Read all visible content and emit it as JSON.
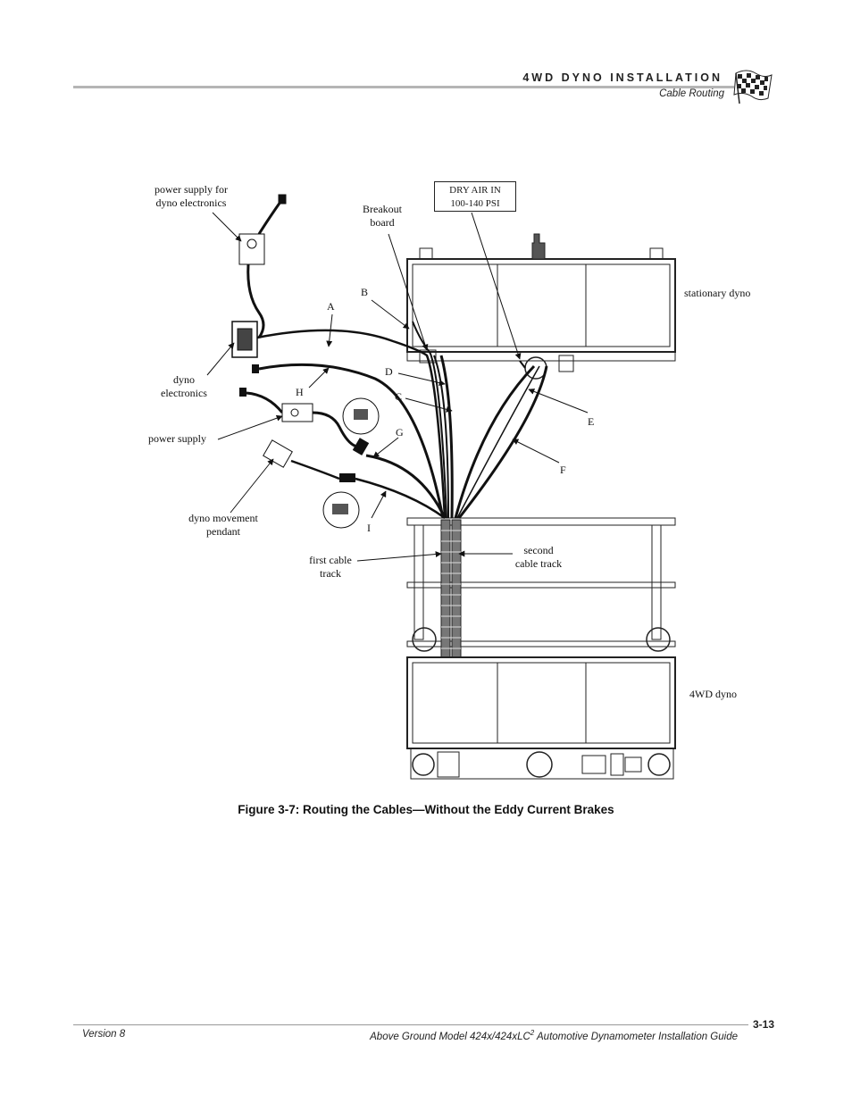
{
  "header": {
    "title": "4WD DYNO INSTALLATION",
    "subtitle": "Cable Routing"
  },
  "figure": {
    "labels": {
      "power_supply_electronics_1": "power supply for",
      "power_supply_electronics_2": "dyno electronics",
      "breakout_1": "Breakout",
      "breakout_2": "board",
      "dry_air_1": "DRY AIR IN",
      "dry_air_2": "100-140 PSI",
      "stationary_dyno": "stationary dyno",
      "dyno_electronics_1": "dyno",
      "dyno_electronics_2": "electronics",
      "power_supply": "power supply",
      "pendant_1": "dyno movement",
      "pendant_2": "pendant",
      "first_track_1": "first cable",
      "first_track_2": "track",
      "second_track_1": "second",
      "second_track_2": "cable track",
      "wd_dyno": "4WD dyno",
      "A": "A",
      "B": "B",
      "C": "C",
      "D": "D",
      "E": "E",
      "F": "F",
      "G": "G",
      "H": "H",
      "I": "I"
    }
  },
  "caption": "Figure 3-7: Routing the Cables—Without the Eddy Current Brakes",
  "footer": {
    "version": "Version 8",
    "guide_pre": "Above Ground Model 424x/424xLC",
    "guide_sup": "2",
    "guide_post": " Automotive Dynamometer Installation Guide",
    "page": "3-13"
  }
}
